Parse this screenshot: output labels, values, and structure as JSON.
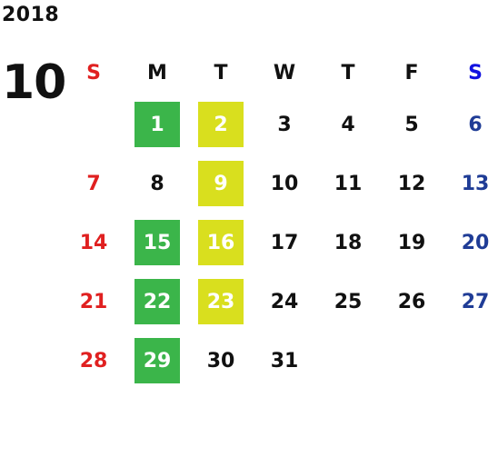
{
  "calendar": {
    "year": "2018",
    "month": "10",
    "weekdays": [
      "S",
      "M",
      "T",
      "W",
      "T",
      "F",
      "S"
    ],
    "weeks": [
      [
        {
          "d": ""
        },
        {
          "d": "1",
          "hl": "green"
        },
        {
          "d": "2",
          "hl": "yellow"
        },
        {
          "d": "3"
        },
        {
          "d": "4"
        },
        {
          "d": "5"
        },
        {
          "d": "6"
        }
      ],
      [
        {
          "d": "7"
        },
        {
          "d": "8"
        },
        {
          "d": "9",
          "hl": "yellow"
        },
        {
          "d": "10"
        },
        {
          "d": "11"
        },
        {
          "d": "12"
        },
        {
          "d": "13"
        }
      ],
      [
        {
          "d": "14"
        },
        {
          "d": "15",
          "hl": "green"
        },
        {
          "d": "16",
          "hl": "yellow"
        },
        {
          "d": "17"
        },
        {
          "d": "18"
        },
        {
          "d": "19"
        },
        {
          "d": "20"
        }
      ],
      [
        {
          "d": "21"
        },
        {
          "d": "22",
          "hl": "green"
        },
        {
          "d": "23",
          "hl": "yellow"
        },
        {
          "d": "24"
        },
        {
          "d": "25"
        },
        {
          "d": "26"
        },
        {
          "d": "27"
        }
      ],
      [
        {
          "d": "28"
        },
        {
          "d": "29",
          "hl": "green"
        },
        {
          "d": "30"
        },
        {
          "d": "31"
        },
        {
          "d": ""
        },
        {
          "d": ""
        },
        {
          "d": ""
        }
      ]
    ]
  },
  "colors": {
    "sunday": "#e02020",
    "saturday_header": "#1212e0",
    "saturday": "#1f3c96",
    "highlight_green": "#3bb54a",
    "highlight_yellow": "#d9df1e"
  }
}
